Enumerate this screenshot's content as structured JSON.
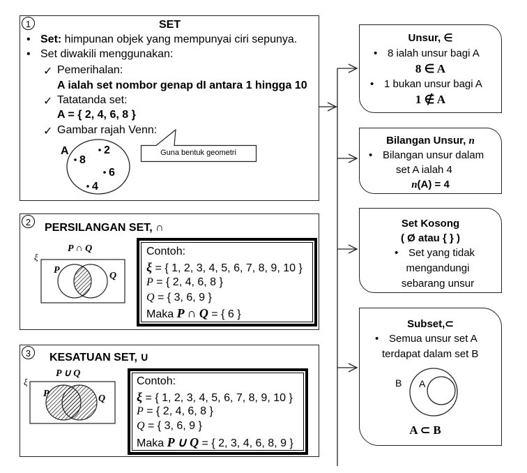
{
  "box1": {
    "num": "1",
    "title": "SET",
    "b1_bold": "Set:",
    "b1_rest": " himpunan objek yang mempunyai ciri sepunya.",
    "b2": "Set diwakili menggunakan:",
    "c1": "Pemerihalan:",
    "c1_detail": "A ialah set nombor genap dI antara 1 hingga 10",
    "c2": "Tatatanda set:",
    "c2_detail": "A = { 2, 4, 6, 8 }",
    "c3": "Gambar rajah Venn:",
    "venn_label": "A",
    "venn_elements": [
      "8",
      "2",
      "6",
      "4"
    ],
    "callout": "Guna bentuk geometri"
  },
  "box2": {
    "num": "2",
    "title": "PERSILANGAN SET, ∩",
    "venn_title": "P ∩ Q",
    "xi": "ξ",
    "P": "P",
    "Q": "Q",
    "ex_title": "Contoh:",
    "ex_xi_sym": "ξ",
    "ex_xi": " = { 1, 2, 3, 4, 5, 6, 7, 8, 9, 10 }",
    "ex_p_sym": "P",
    "ex_p": " = { 2, 4, 6, 8 }",
    "ex_q_sym": "Q",
    "ex_q": " = { 3, 6, 9 }",
    "ex_maka": "Maka ",
    "ex_result_sym": "P ∩ Q",
    "ex_result": " = { 6 }"
  },
  "box3": {
    "num": "3",
    "title": "KESATUAN SET, ∪",
    "venn_title": "P ∪ Q",
    "xi": "ξ",
    "P": "P",
    "Q": "Q",
    "ex_title": "Contoh:",
    "ex_xi_sym": "ξ",
    "ex_xi": " = { 1, 2, 3, 4, 5, 6, 7, 8, 9, 10 }",
    "ex_p_sym": "P",
    "ex_p": " = { 2, 4, 6, 8 }",
    "ex_q_sym": "Q",
    "ex_q": " = { 3, 6, 9 }",
    "ex_maka": "Maka ",
    "ex_result_sym": "P ∪ Q",
    "ex_result": " = { 2, 3, 4, 6, 8, 9 }"
  },
  "unsur": {
    "title": "Unsur, ∈",
    "l1": "8 ialah unsur bagi A",
    "f1": "8 ∈ A",
    "l2": "1 bukan unsur bagi A",
    "f2": "1 ∉ A"
  },
  "bilangan": {
    "title": "Bilangan Unsur, ",
    "title_sym": "n",
    "l1a": "Bilangan unsur dalam",
    "l1b": "set A ialah 4",
    "f_sym": "n",
    "f_rest": "(A) = 4"
  },
  "kosong": {
    "title": "Set Kosong",
    "sub": "( Ø atau { } )",
    "l1": "Set yang tidak",
    "l2": "mengandungi",
    "l3": "sebarang unsur"
  },
  "subset": {
    "title": "Subset,⊂",
    "l1": "Semua unsur set A",
    "l2": "terdapat dalam set B",
    "B": "B",
    "A": "A",
    "formula": "A ⊂ B"
  }
}
